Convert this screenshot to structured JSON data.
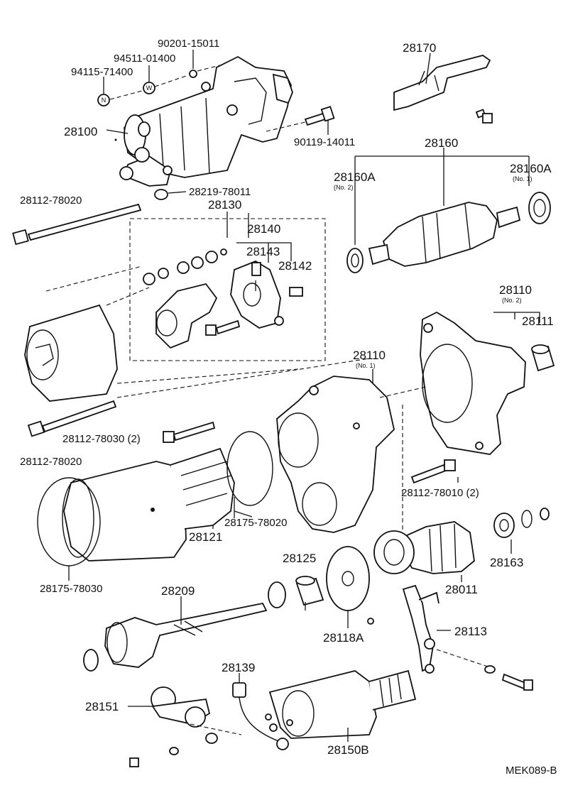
{
  "diagram_code": "MEK089-B",
  "labels": {
    "p90201": "90201-15011",
    "p94511": "94511-01400",
    "p94115": "94115-71400",
    "p28100": "28100",
    "p28170": "28170",
    "p90119": "90119-14011",
    "p28160": "28160",
    "p28160A_2": "28160A",
    "p28160A_2_note": "(No. 2)",
    "p28160A_1": "28160A",
    "p28160A_1_note": "(No. 1)",
    "p28219": "28219-78011",
    "p28112_a": "28112-78020",
    "p28130": "28130",
    "p28140": "28140",
    "p28143": "28143",
    "p28142": "28142",
    "p28110_2": "28110",
    "p28110_2_note": "(No. 2)",
    "p28111": "28111",
    "p28110_1": "28110",
    "p28110_1_note": "(No. 1)",
    "p28112_30": "28112-78030 (2)",
    "p28112_b": "28112-78020",
    "p28112_10": "28112-78010 (2)",
    "p28121": "28121",
    "p28175_20": "28175-78020",
    "p28175_30": "28175-78030",
    "p28125": "28125",
    "p28163": "28163",
    "p28011": "28011",
    "p28209": "28209",
    "p28118A": "28118A",
    "p28113": "28113",
    "p28139": "28139",
    "p28151": "28151",
    "p28150B": "28150B"
  },
  "markers": {
    "n": "N",
    "w": "W"
  }
}
